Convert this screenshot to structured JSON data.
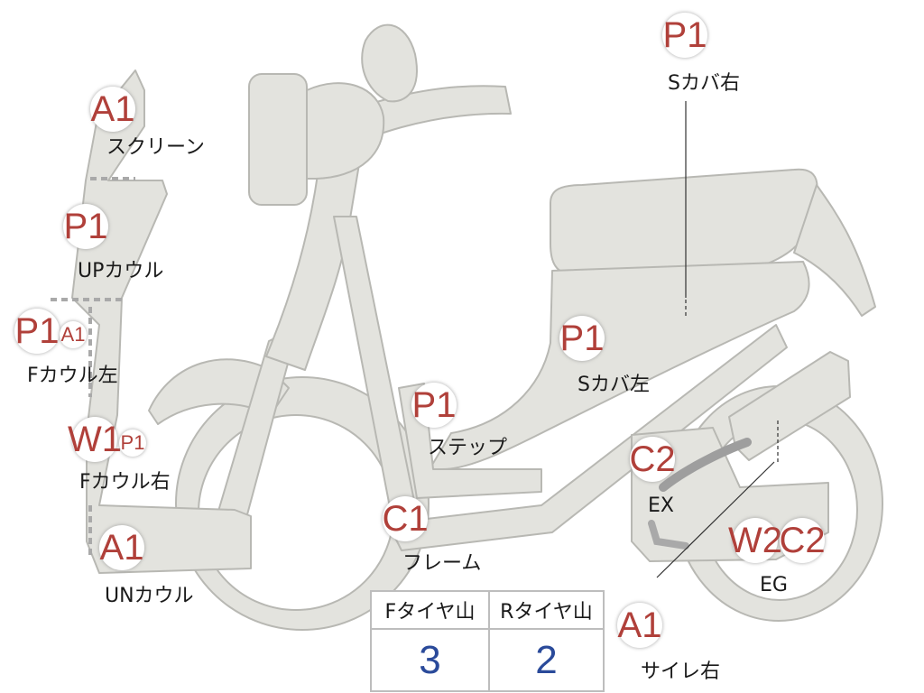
{
  "colors": {
    "part_fill": "#e3e3de",
    "part_stroke": "#b8b8b3",
    "badge_text": "#b0403a",
    "value_text": "#2a4a9a"
  },
  "parts": [
    {
      "id": "screen",
      "badges": [
        "A1"
      ],
      "label": "スクリーン"
    },
    {
      "id": "up-cowl",
      "badges": [
        "P1"
      ],
      "label": "UPカウル"
    },
    {
      "id": "f-cowl-left",
      "badges": [
        "P1",
        "A1"
      ],
      "label": "Fカウル左"
    },
    {
      "id": "f-cowl-right",
      "badges": [
        "W1",
        "P1"
      ],
      "label": "Fカウル右"
    },
    {
      "id": "un-cowl",
      "badges": [
        "A1"
      ],
      "label": "UNカウル"
    },
    {
      "id": "s-cover-right",
      "badges": [
        "P1"
      ],
      "label": "Sカバ右"
    },
    {
      "id": "s-cover-left",
      "badges": [
        "P1"
      ],
      "label": "Sカバ左"
    },
    {
      "id": "step",
      "badges": [
        "P1"
      ],
      "label": "ステップ"
    },
    {
      "id": "frame",
      "badges": [
        "C1"
      ],
      "label": "フレーム"
    },
    {
      "id": "exhaust",
      "badges": [
        "C2"
      ],
      "label": "EX"
    },
    {
      "id": "engine",
      "badges": [
        "W2",
        "C2"
      ],
      "label": "EG"
    },
    {
      "id": "silencer-right",
      "badges": [
        "A1"
      ],
      "label": "サイレ右"
    }
  ],
  "tread_table": {
    "headers": [
      "Fタイヤ山",
      "Rタイヤ山"
    ],
    "values": [
      "3",
      "2"
    ]
  }
}
